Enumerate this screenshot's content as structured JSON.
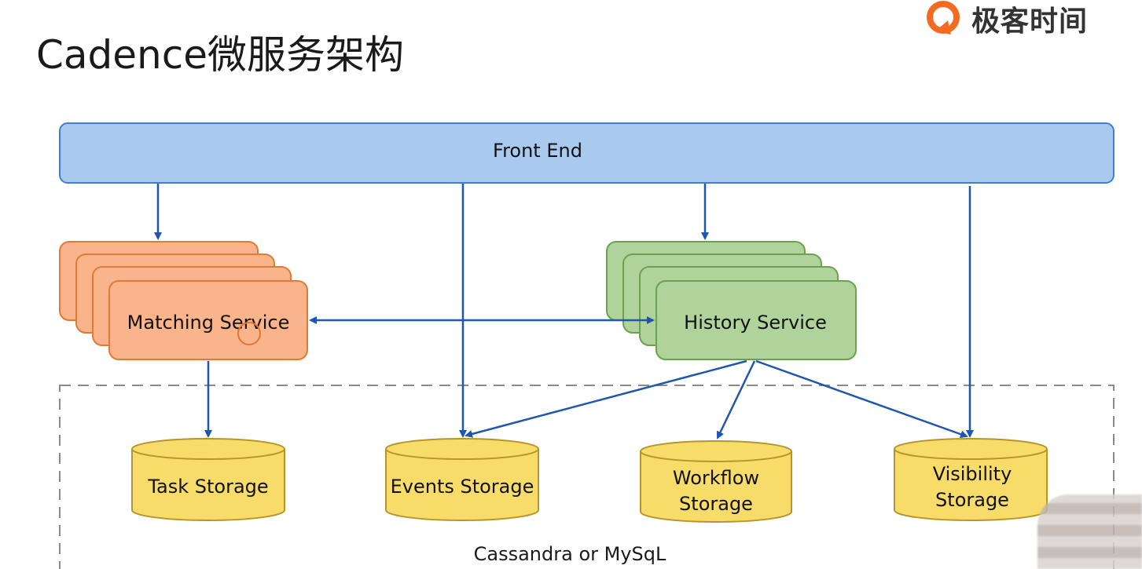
{
  "title": "Cadence微服务架构",
  "brand": {
    "name": "极客时间",
    "accent": "#f26b21"
  },
  "diagram": {
    "front_end": "Front End",
    "matching_service": "Matching Service",
    "history_service": "History Service",
    "storages": {
      "task": "Task Storage",
      "events": "Events Storage",
      "workflow": [
        "Workflow",
        "Storage"
      ],
      "visibility": [
        "Visibility",
        "Storage"
      ]
    },
    "storage_group_label": "Cassandra or MySqL"
  },
  "colors": {
    "front_end_fill": "#a9c9ef",
    "matching_fill": "#f9b48c",
    "history_fill": "#b0d39c",
    "storage_fill": "#f7dc6a",
    "arrow": "#1f57b0"
  }
}
